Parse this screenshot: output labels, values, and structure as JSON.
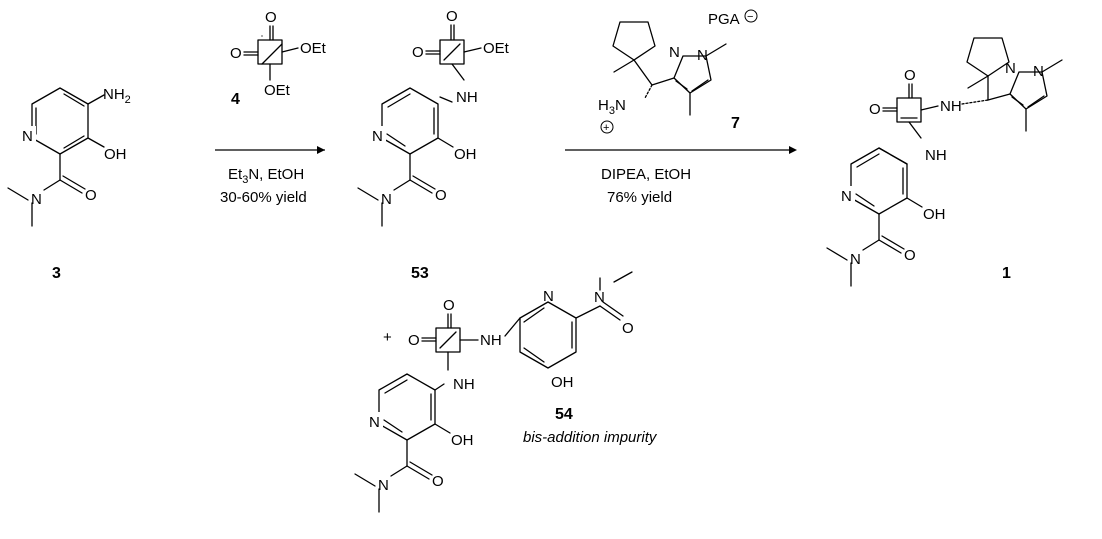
{
  "compounds": {
    "c3": "3",
    "c4": "4",
    "c53": "53",
    "c7": "7",
    "c1": "1",
    "c54": "54"
  },
  "atoms": {
    "N": "N",
    "O": "O",
    "H": "H",
    "NH": "NH",
    "NH2_base": "NH",
    "NH2_sub": "2",
    "OH": "OH",
    "OEt": "OEt",
    "H3N_base": "H",
    "H3N_sub": "3",
    "H3N_N": "N",
    "plus": "+",
    "minus": "−",
    "PGA": "PGA"
  },
  "conditions": {
    "step1_line1_a": "Et",
    "step1_line1_sub": "3",
    "step1_line1_b": "N, EtOH",
    "step1_line2": "30-60% yield",
    "step2_line1": "DIPEA, EtOH",
    "step2_line2": "76% yield"
  },
  "plus_sign": "+",
  "impurity_label": "bis-addition impurity"
}
